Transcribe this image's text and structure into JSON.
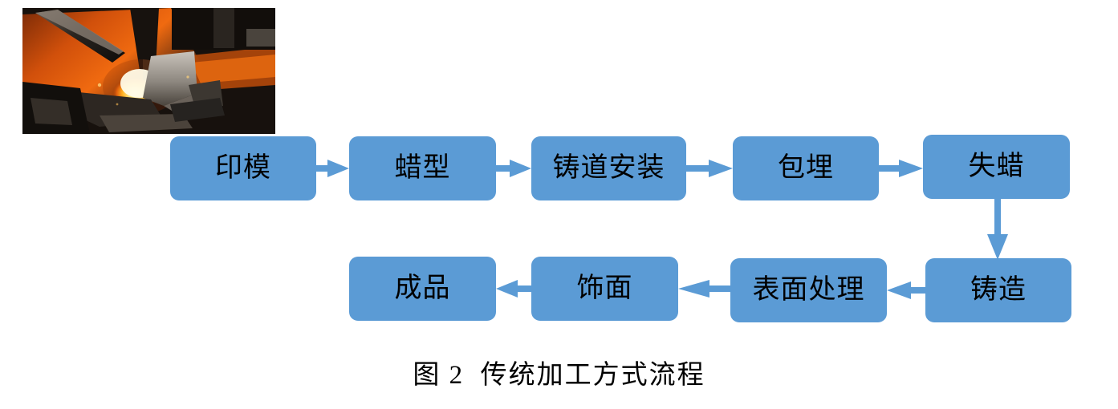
{
  "figure": {
    "caption": "图 2  传统加工方式流程",
    "accent_color": "#5B9BD5",
    "text_color": "#000000",
    "background_color": "#FFFFFF"
  },
  "photo": {
    "alt": "金属铸造熔炼照片",
    "description": "火焰熔化金属的铸造作业照片"
  },
  "flow": {
    "row1": [
      {
        "id": "node-yinmo",
        "label": "印模"
      },
      {
        "id": "node-lanxing",
        "label": "蜡型"
      },
      {
        "id": "node-zhudao",
        "label": "铸道安装"
      },
      {
        "id": "node-baomai",
        "label": "包埋"
      },
      {
        "id": "node-shila",
        "label": "失蜡"
      }
    ],
    "row2": [
      {
        "id": "node-chengpin",
        "label": "成品"
      },
      {
        "id": "node-shimian",
        "label": "饰面"
      },
      {
        "id": "node-biaomian",
        "label": "表面处理"
      },
      {
        "id": "node-zhuzao",
        "label": "铸造"
      }
    ],
    "connectors": [
      {
        "id": "arrow-yinmo-to-lanxing",
        "direction": "right"
      },
      {
        "id": "arrow-lanxing-to-zhudao",
        "direction": "right"
      },
      {
        "id": "arrow-zhudao-to-baomai",
        "direction": "right"
      },
      {
        "id": "arrow-baomai-to-shila",
        "direction": "right"
      },
      {
        "id": "arrow-shila-to-zhuzao",
        "direction": "down"
      },
      {
        "id": "arrow-zhuzao-to-biaomian",
        "direction": "left"
      },
      {
        "id": "arrow-biaomian-to-shimian",
        "direction": "left"
      },
      {
        "id": "arrow-shimian-to-chengpin",
        "direction": "left"
      }
    ]
  }
}
